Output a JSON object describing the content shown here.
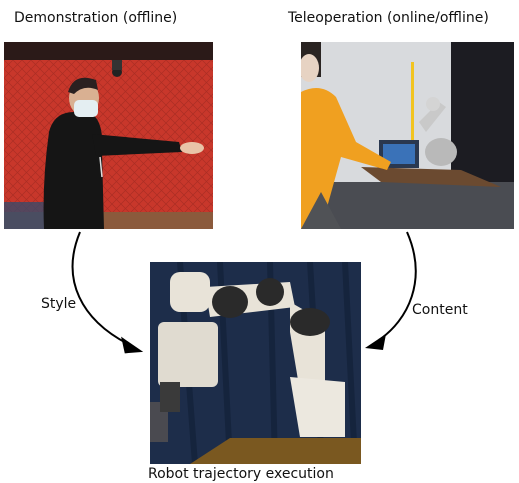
{
  "captions": {
    "demonstration": "Demonstration (offline)",
    "teleoperation": "Teleoperation (online/offline)",
    "execution": "Robot trajectory execution"
  },
  "arrow_labels": {
    "style": "Style",
    "content": "Content"
  },
  "colors": {
    "background": "#ffffff",
    "text": "#111111",
    "arrow": "#000000",
    "demo_wall": "#c8372b",
    "jacket": "#151515",
    "hoodie": "#f0a020",
    "robot_backdrop": "#1d2d4a",
    "robot_body": "#e8e3d8"
  },
  "icons": {
    "demonstration_photo": "person-pointing-photo",
    "teleoperation_photo": "person-teleoperating-photo",
    "robot_photo": "robot-arm-photo"
  }
}
